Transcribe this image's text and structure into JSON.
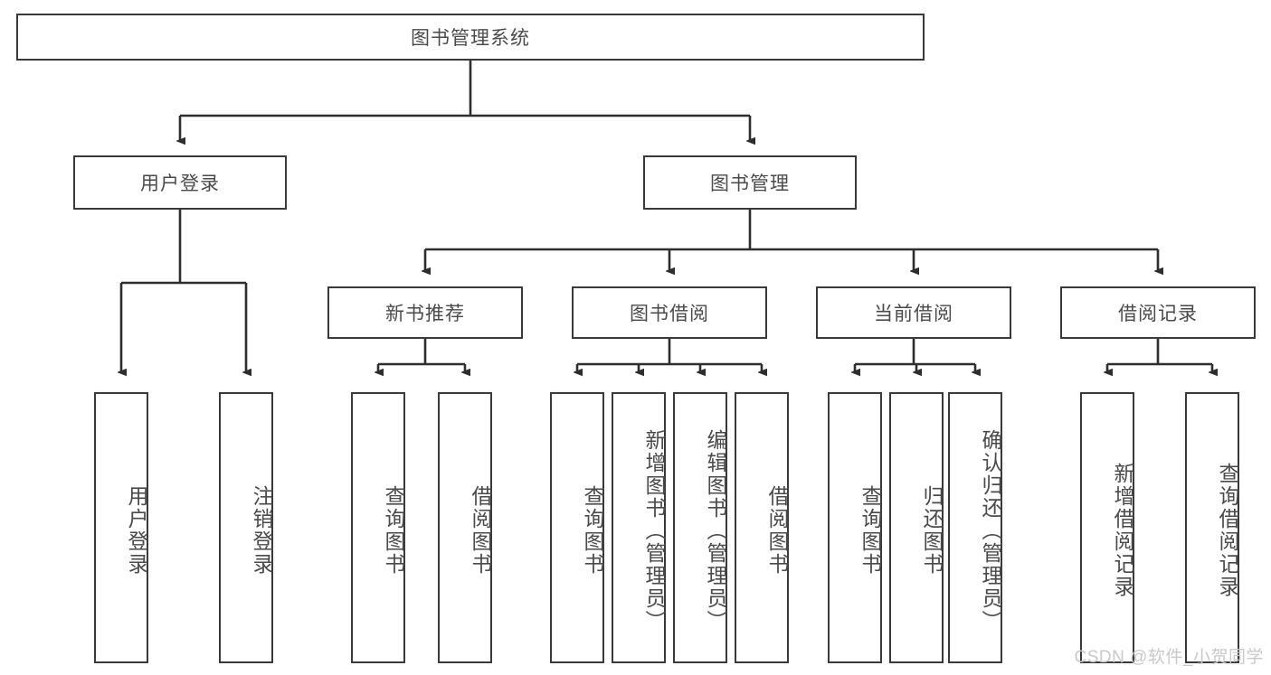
{
  "diagram": {
    "type": "tree-hierarchy",
    "title": "图书管理系统",
    "watermark": "CSDN @软件_小贺同学",
    "colors": {
      "border": "#3a3a3a",
      "text": "#4a4a4a",
      "background": "#ffffff",
      "watermark": "#c9c9c9"
    },
    "nodes": {
      "root": {
        "label": "图书管理系统",
        "level": 1
      },
      "level2": [
        {
          "id": "user-login",
          "label": "用户登录"
        },
        {
          "id": "book-management",
          "label": "图书管理"
        }
      ],
      "level3": [
        {
          "id": "new-book-recommend",
          "label": "新书推荐",
          "parent": "book-management"
        },
        {
          "id": "book-borrow",
          "label": "图书借阅",
          "parent": "book-management"
        },
        {
          "id": "current-borrow",
          "label": "当前借阅",
          "parent": "book-management"
        },
        {
          "id": "borrow-record",
          "label": "借阅记录",
          "parent": "book-management"
        }
      ],
      "leaves": [
        {
          "id": "leaf-user-login",
          "label": "用户登录",
          "parent": "user-login"
        },
        {
          "id": "leaf-logout-login",
          "label": "注销登录",
          "parent": "user-login"
        },
        {
          "id": "leaf-query-book-1",
          "label": "查询图书",
          "parent": "new-book-recommend"
        },
        {
          "id": "leaf-borrow-book-1",
          "label": "借阅图书",
          "parent": "new-book-recommend"
        },
        {
          "id": "leaf-query-book-2",
          "label": "查询图书",
          "parent": "book-borrow"
        },
        {
          "id": "leaf-add-book",
          "label": "新增图书（管理员）",
          "parent": "book-borrow"
        },
        {
          "id": "leaf-edit-book",
          "label": "编辑图书（管理员）",
          "parent": "book-borrow"
        },
        {
          "id": "leaf-borrow-book-2",
          "label": "借阅图书",
          "parent": "book-borrow"
        },
        {
          "id": "leaf-query-book-3",
          "label": "查询图书",
          "parent": "current-borrow"
        },
        {
          "id": "leaf-return-book",
          "label": "归还图书",
          "parent": "current-borrow"
        },
        {
          "id": "leaf-confirm-return",
          "label": "确认归还（管理员）",
          "parent": "current-borrow"
        },
        {
          "id": "leaf-add-record",
          "label": "新增借阅记录",
          "parent": "borrow-record"
        },
        {
          "id": "leaf-query-record",
          "label": "查询借阅记录",
          "parent": "borrow-record"
        }
      ]
    }
  }
}
